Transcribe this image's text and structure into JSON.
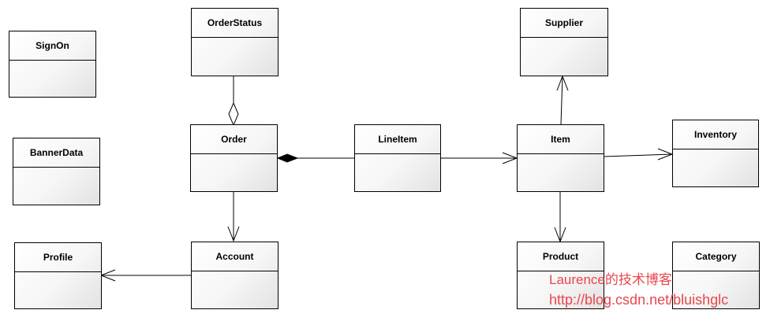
{
  "diagram": {
    "classes": {
      "signon": "SignOn",
      "orderstatus": "OrderStatus",
      "supplier": "Supplier",
      "bannerdata": "BannerData",
      "order": "Order",
      "lineitem": "LineItem",
      "item": "Item",
      "inventory": "Inventory",
      "profile": "Profile",
      "account": "Account",
      "product": "Product",
      "category": "Category"
    },
    "relations": [
      {
        "from": "OrderStatus",
        "to": "Order",
        "type": "aggregation"
      },
      {
        "from": "LineItem",
        "to": "Order",
        "type": "composition"
      },
      {
        "from": "Order",
        "to": "Account",
        "type": "association"
      },
      {
        "from": "LineItem",
        "to": "Item",
        "type": "association"
      },
      {
        "from": "Item",
        "to": "Supplier",
        "type": "association"
      },
      {
        "from": "Item",
        "to": "Inventory",
        "type": "association"
      },
      {
        "from": "Item",
        "to": "Product",
        "type": "association"
      },
      {
        "from": "Account",
        "to": "Profile",
        "type": "association"
      }
    ]
  },
  "watermark": {
    "line1": "Laurence的技术博客",
    "line2": "http://blog.csdn.net/bluishglc"
  }
}
